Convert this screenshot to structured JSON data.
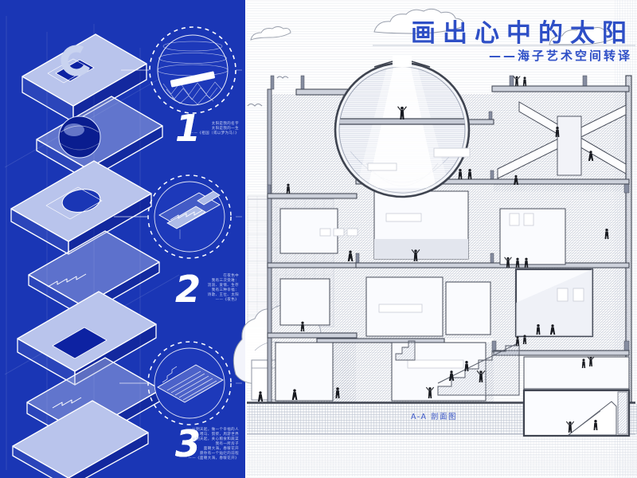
{
  "poster": {
    "title": "画出心中的太阳",
    "subtitle": "——海子艺术空间转译"
  },
  "section": {
    "label": "A-A 剖面图"
  },
  "panel": {
    "items": [
      {
        "number": "1",
        "detail_icon": "geodesic-sphere-detail",
        "caption": [
          "太阳是我的名字",
          "太阳是我的一生",
          "——《祖国（或以梦为马）》"
        ]
      },
      {
        "number": "2",
        "detail_icon": "stair-detail",
        "caption": [
          "在夜色中",
          "我有三次受难：",
          "流浪、爱情、生存",
          "我有三种幸福：",
          "诗歌、王位、太阳",
          "——《夜色》"
        ]
      },
      {
        "number": "3",
        "detail_icon": "auditorium-detail",
        "caption": [
          "从明天起，做一个幸福的人",
          "喂马、劈柴，周游世界",
          "从明天起，关心粮食和蔬菜",
          "我有一所房子",
          "面朝大海，春暖花开",
          "愿你有一个灿烂的前程",
          "——《面朝大海，春暖花开》"
        ]
      }
    ]
  },
  "colors": {
    "blueprint_bg": "#1A36B5",
    "blueprint_plate": "#B9C4EC",
    "title_blue": "#2E4FC6",
    "label_blue": "#3A56C6",
    "figure": "#181A20",
    "section_line": "#464B58"
  }
}
